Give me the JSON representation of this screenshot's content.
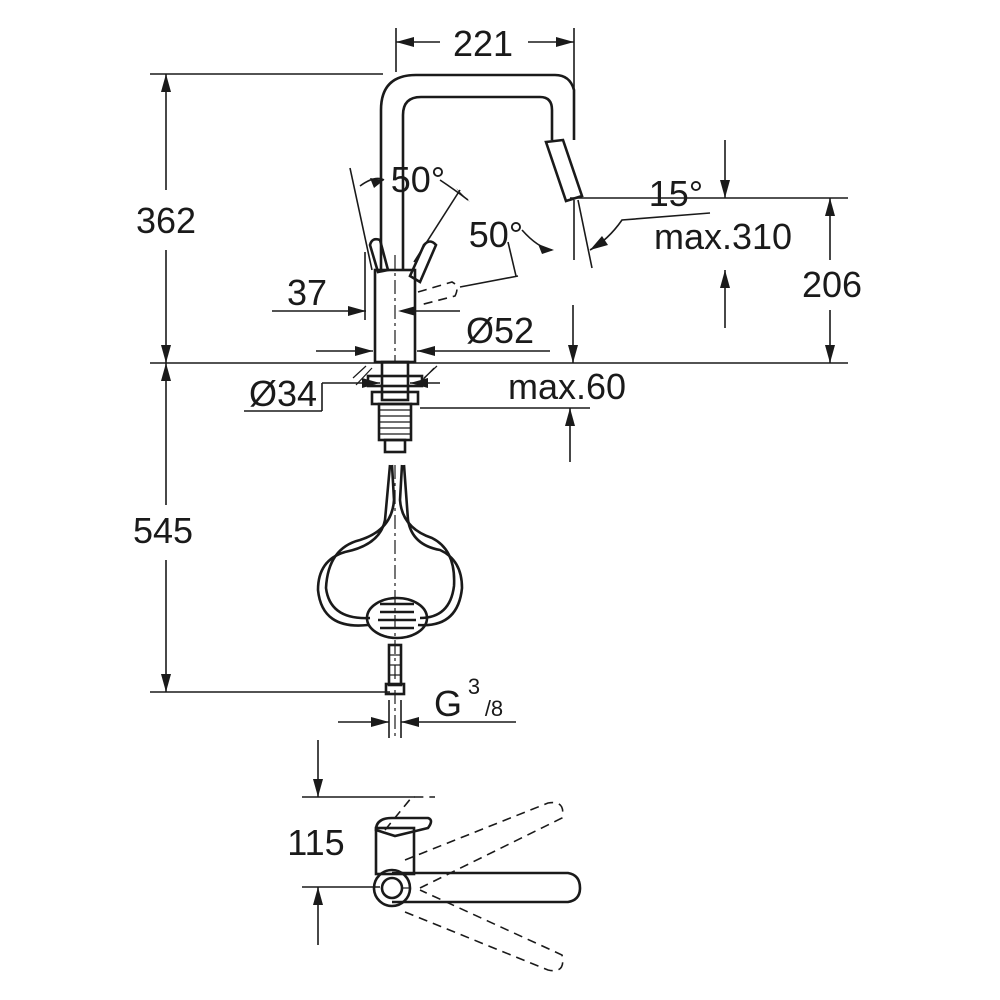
{
  "dimensions": {
    "width_top": "221",
    "height_total": "362",
    "lever_angle_up": "50°",
    "lever_angle_side": "50°",
    "spout_angle": "15°",
    "spout_reach": "max.310",
    "outlet_height": "206",
    "lever_offset": "37",
    "body_diameter": "Ø52",
    "mount_diameter": "Ø34",
    "deck_thickness": "max.60",
    "hose_length": "545",
    "connection_g": "G",
    "connection_num": "3",
    "connection_den": "/8",
    "plan_offset": "115"
  },
  "icons": [
    "faucet-side-elevation",
    "faucet-plan-view",
    "hose-loop"
  ]
}
